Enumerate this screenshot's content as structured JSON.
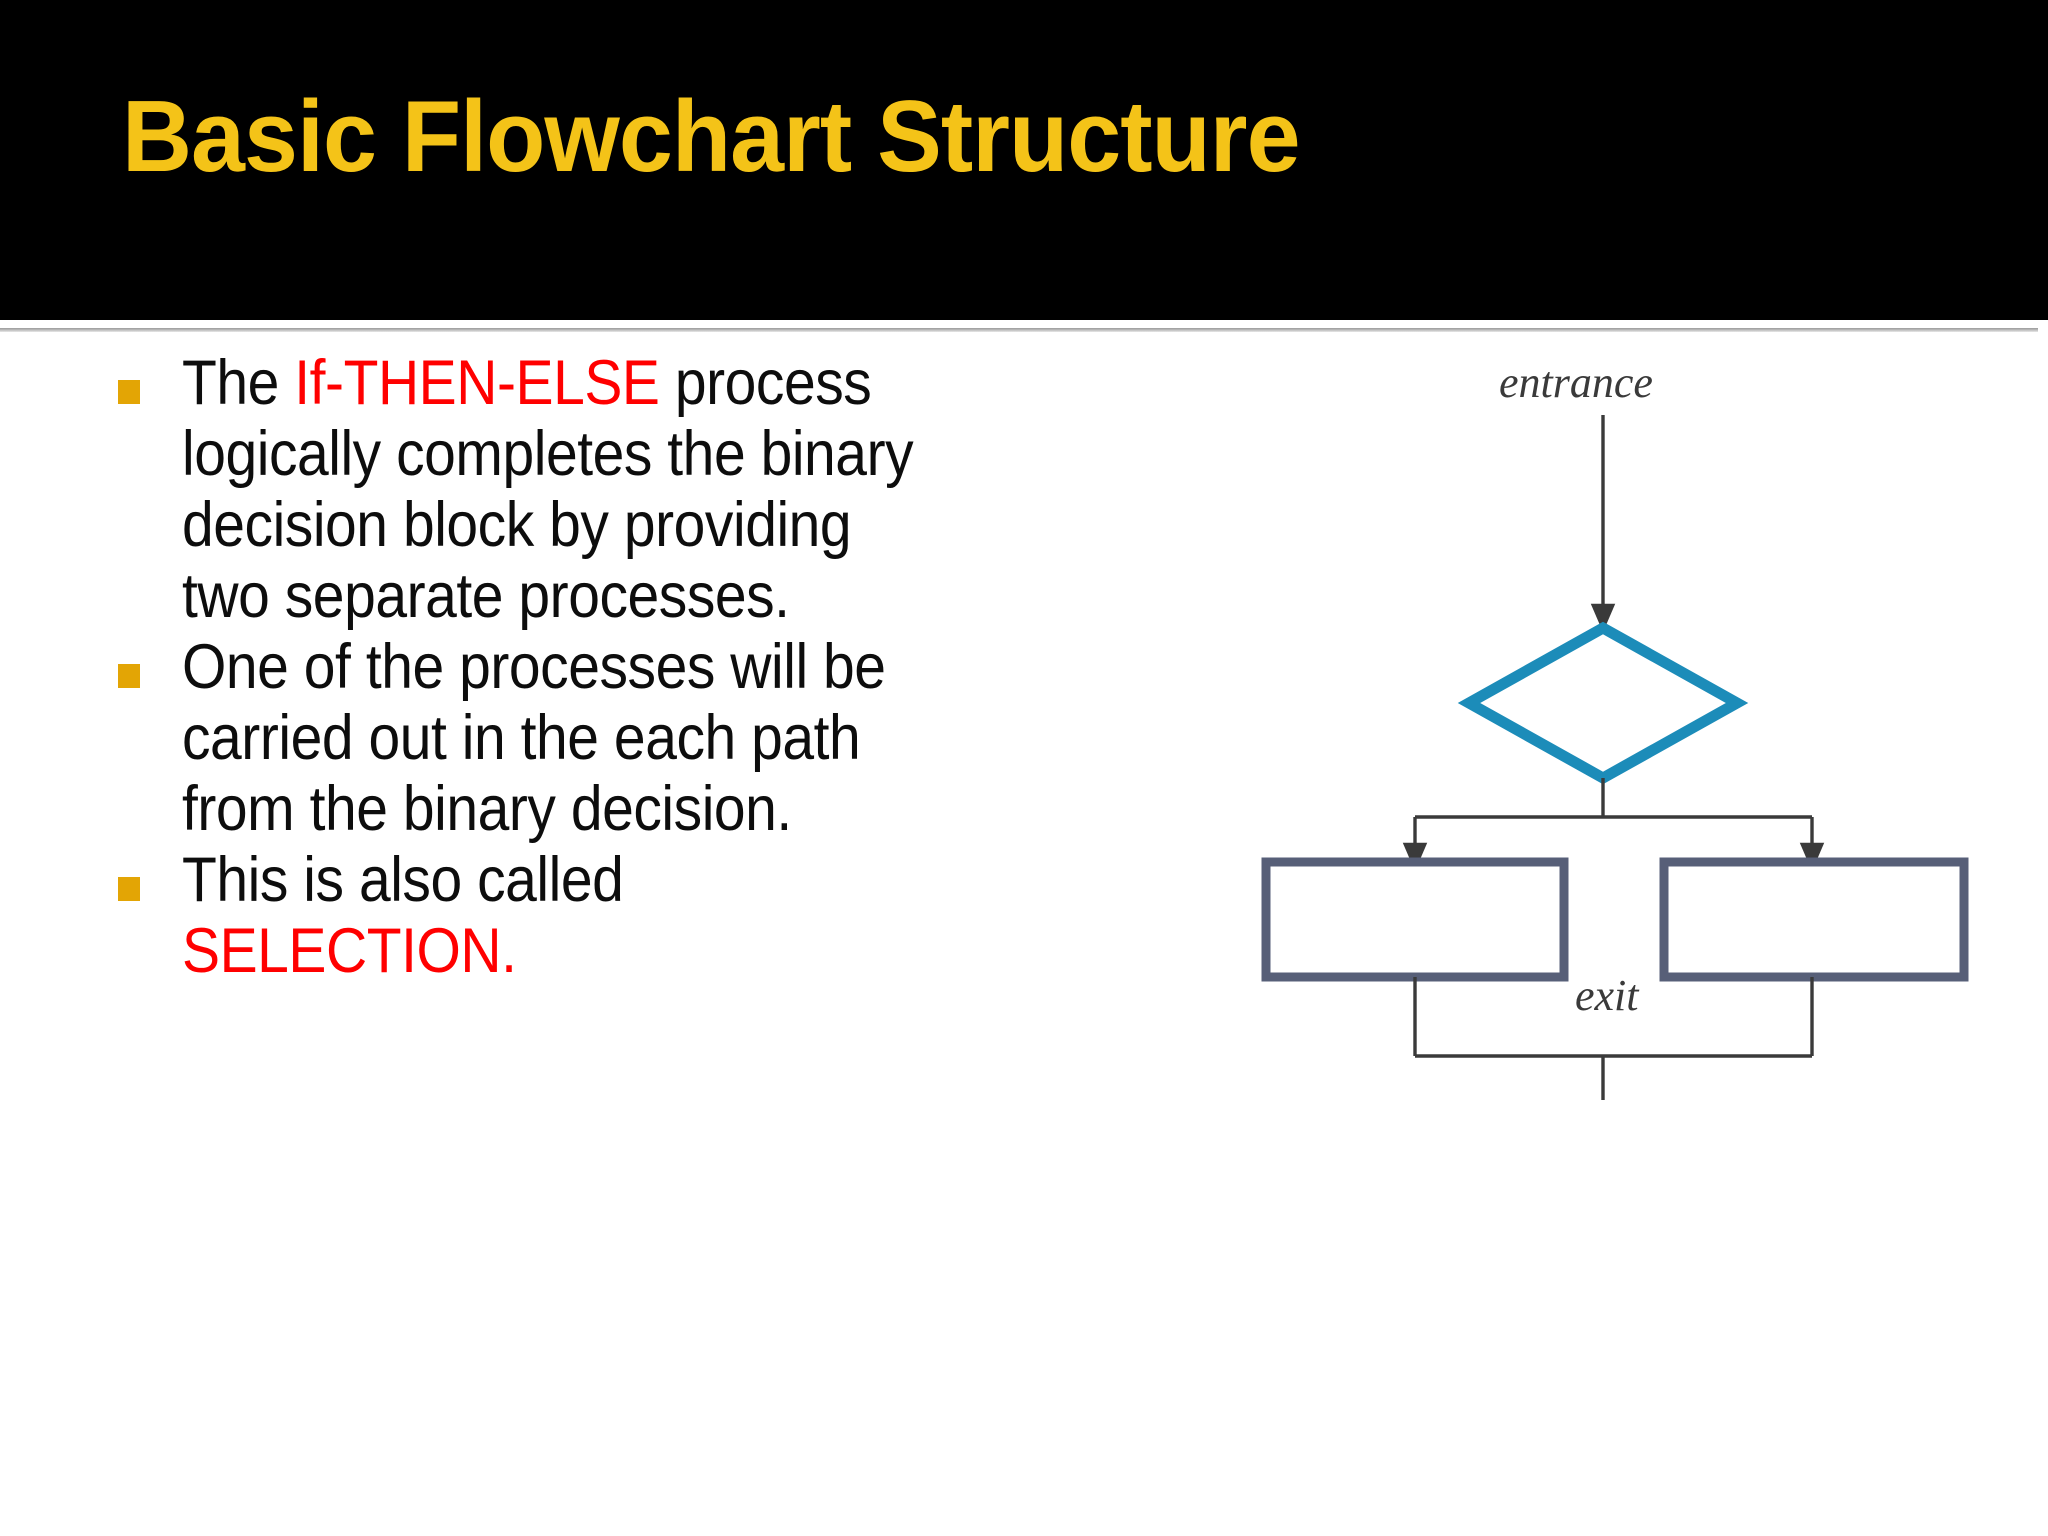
{
  "slide": {
    "title": "Basic Flowchart Structure",
    "title_color": "#F4C318",
    "title_band_color": "#000000",
    "background_color": "#FFFFFF",
    "accent_red": "#FF0000",
    "bullet_marker_color": "#E3A505"
  },
  "bullets": [
    {
      "marker": "square-bullet",
      "segments": [
        {
          "text": "The ",
          "color": "black"
        },
        {
          "text": "If-THEN-ELSE",
          "color": "red"
        },
        {
          "text": " process logically completes the binary decision block by providing two separate processes.",
          "color": "black"
        }
      ],
      "plain": "The If-THEN-ELSE process logically completes the binary decision block by providing two separate processes."
    },
    {
      "marker": "square-bullet",
      "segments": [
        {
          "text": "One of the processes will be carried out in the each path from the binary decision.",
          "color": "black"
        }
      ],
      "plain": "One of the processes will be carried out in the each path from the binary decision."
    },
    {
      "marker": "square-bullet",
      "segments": [
        {
          "text": "This is also called ",
          "color": "black"
        },
        {
          "text": "SELECTION.",
          "color": "red"
        }
      ],
      "plain": "This is also called SELECTION."
    }
  ],
  "flowchart": {
    "entrance_label": "entrance",
    "exit_label": "exit",
    "decision_shape": "diamond",
    "decision_border_color": "#1C8CB9",
    "process_border_color": "#575F78",
    "process_fill_color": "#FFFFFF",
    "connector_color": "#3A3A3A",
    "process_boxes": [
      {
        "name": "process-left",
        "label": ""
      },
      {
        "name": "process-right",
        "label": ""
      }
    ]
  }
}
